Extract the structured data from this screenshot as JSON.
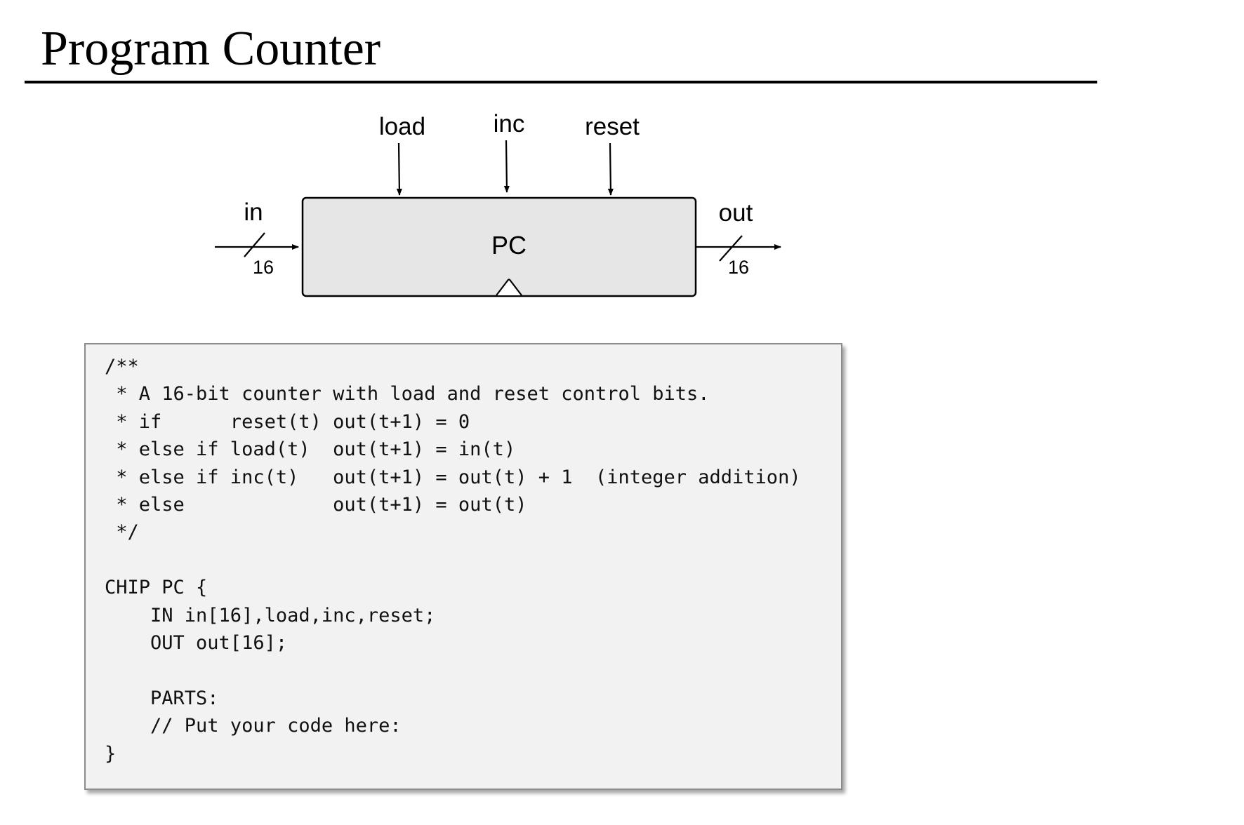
{
  "title": "Program Counter",
  "diagram": {
    "chip_label": "PC",
    "inputs": {
      "in": "in",
      "load": "load",
      "inc": "inc",
      "reset": "reset"
    },
    "output": "out",
    "bus_width_in": "16",
    "bus_width_out": "16"
  },
  "code": {
    "lines": [
      "/**",
      " * A 16-bit counter with load and reset control bits.",
      " * if      reset(t) out(t+1) = 0",
      " * else if load(t)  out(t+1) = in(t)",
      " * else if inc(t)   out(t+1) = out(t) + 1  (integer addition)",
      " * else             out(t+1) = out(t)",
      " */",
      "",
      "CHIP PC {",
      "    IN in[16],load,inc,reset;",
      "    OUT out[16];",
      "",
      "    PARTS:",
      "    // Put your code here:",
      "}"
    ]
  },
  "colors": {
    "chip_fill": "#e6e6e6",
    "code_background": "#f2f2f2",
    "code_border": "#8c8c8c"
  }
}
